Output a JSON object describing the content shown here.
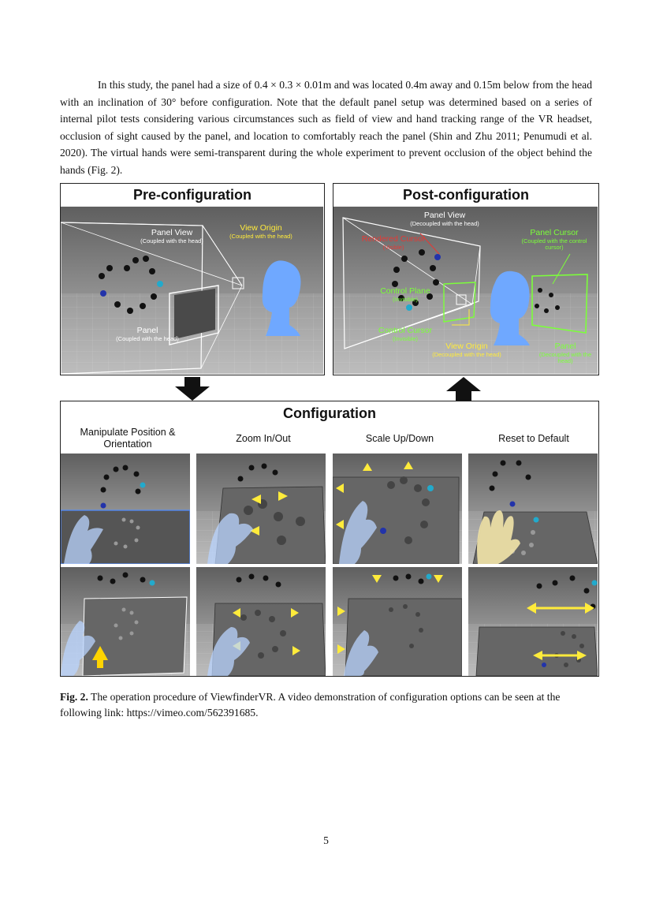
{
  "paragraph": "In this study, the panel had a size of 0.4 × 0.3 × 0.01m and was located 0.4m away and 0.15m below from the head with an inclination of 30° before configuration. Note that the default panel setup was determined based on a series of internal pilot tests considering various circumstances such as field of view and hand tracking range of the VR headset, occlusion of sight caused by the panel, and location to comfortably reach the panel (Shin and Zhu 2011; Penumudi et al. 2020). The virtual hands were semi-transparent during the whole experiment to prevent occlusion of the object behind the hands (Fig. 2).",
  "figure": {
    "pre": {
      "title": "Pre-configuration",
      "panel_view": "Panel View",
      "panel_view_sub": "(Coupled with the head)",
      "view_origin": "View Origin",
      "view_origin_sub": "(Coupled with the head)",
      "panel": "Panel",
      "panel_sub": "(Coupled with the head)"
    },
    "post": {
      "title": "Post-configuration",
      "panel_view": "Panel View",
      "panel_view_sub": "(Decoupled with the head)",
      "rendered_cursor": "Rendered Cursor",
      "rendered_cursor_sub": "(Visible)",
      "control_plane": "Control Plane",
      "control_plane_sub": "(Invisible)",
      "control_cursor": "Control Cursor",
      "control_cursor_sub": "(Invisible)",
      "view_origin": "View Origin",
      "view_origin_sub": "(Decoupled with the head)",
      "panel_cursor": "Panel Cursor",
      "panel_cursor_sub": "(Coupled with the control cursor)",
      "panel": "Panel",
      "panel_sub": "(Decoupled with the head)"
    },
    "config": {
      "title": "Configuration",
      "columns": [
        "Manipulate Position & Orientation",
        "Zoom In/Out",
        "Scale Up/Down",
        "Reset to Default"
      ]
    },
    "colors": {
      "label_yellow": "#ffeb3b",
      "label_red": "#e53935",
      "label_green": "#7cff3a",
      "head_blue": "#6fa8ff"
    }
  },
  "caption": {
    "label": "Fig. 2.",
    "text": "The operation procedure of ViewfinderVR. A video demonstration of configuration options can be seen at the following link: https://vimeo.com/562391685."
  },
  "page_number": "5"
}
